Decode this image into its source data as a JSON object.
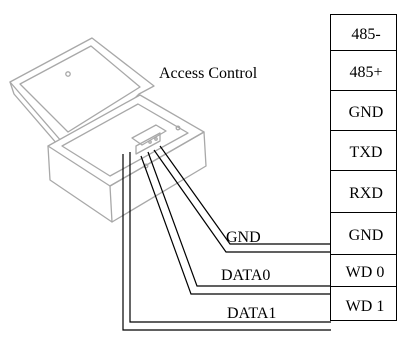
{
  "device": {
    "label": "Access Control",
    "icon": "access-control-box"
  },
  "terminals": [
    {
      "label": "485-"
    },
    {
      "label": "485+"
    },
    {
      "label": "GND"
    },
    {
      "label": "TXD"
    },
    {
      "label": "RXD"
    },
    {
      "label": "GND"
    },
    {
      "label": "WD 0"
    },
    {
      "label": "WD 1"
    }
  ],
  "wires": [
    {
      "label": "GND",
      "to_terminal": 5
    },
    {
      "label": "DATA0",
      "to_terminal": 6
    },
    {
      "label": "DATA1",
      "to_terminal": 7
    }
  ],
  "colors": {
    "line": "#000000",
    "device_outline": "#a8a8a8",
    "background": "#ffffff"
  }
}
